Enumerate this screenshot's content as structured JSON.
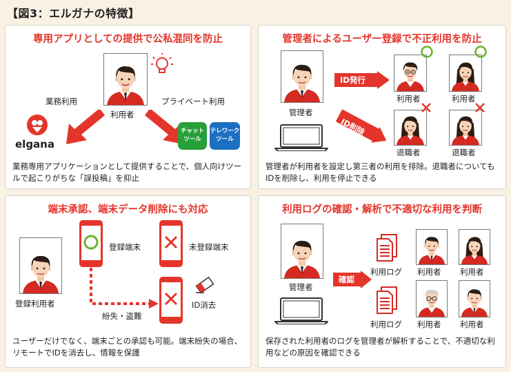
{
  "header": {
    "title": "【図3：エルガナの特徴】"
  },
  "colors": {
    "accent": "#e4352a",
    "chat_green": "#27a03a",
    "tele_blue": "#1d6fc1",
    "ok_green": "#6ab22a"
  },
  "panel1": {
    "title": "専用アプリとしての提供で公私混同を防止",
    "left_label": "業務利用",
    "right_label": "プライベート利用",
    "user_label": "利用者",
    "logo_text": "elgana",
    "chat_tool": "チャット\nツール",
    "tele_tool": "テレワーク\nツール",
    "description": "業務専用アプリケーションとして提供することで、個人向けツールで起こりがちな「誤投稿」を抑止"
  },
  "panel2": {
    "title": "管理者によるユーザー登録で不正利用を防止",
    "admin_label": "管理者",
    "issue_label": "ID発行",
    "delete_label": "ID削除",
    "user1": "利用者",
    "user2": "利用者",
    "retired1": "退職者",
    "retired2": "退職者",
    "description": "管理者が利用者を設定し第三者の利用を排除。退職者についてもIDを削除し、利用を停止できる"
  },
  "panel3": {
    "title": "端末承認、端末データ削除にも対応",
    "user_label": "登録利用者",
    "registered": "登録端末",
    "unregistered": "未登録端末",
    "lost": "紛失・盗難",
    "erase": "ID消去",
    "description": "ユーザーだけでなく、端末ごとの承認も可能。端末紛失の場合、リモートでIDを消去し、情報を保護"
  },
  "panel4": {
    "title": "利用ログの確認・解析で不適切な利用を判断",
    "admin_label": "管理者",
    "check_label": "確認",
    "log1": "利用ログ",
    "log2": "利用ログ",
    "u1": "利用者",
    "u2": "利用者",
    "u3": "利用者",
    "u4": "利用者",
    "description": "保存された利用者のログを管理者が解析することで、不適切な利用などの原因を確認できる"
  }
}
